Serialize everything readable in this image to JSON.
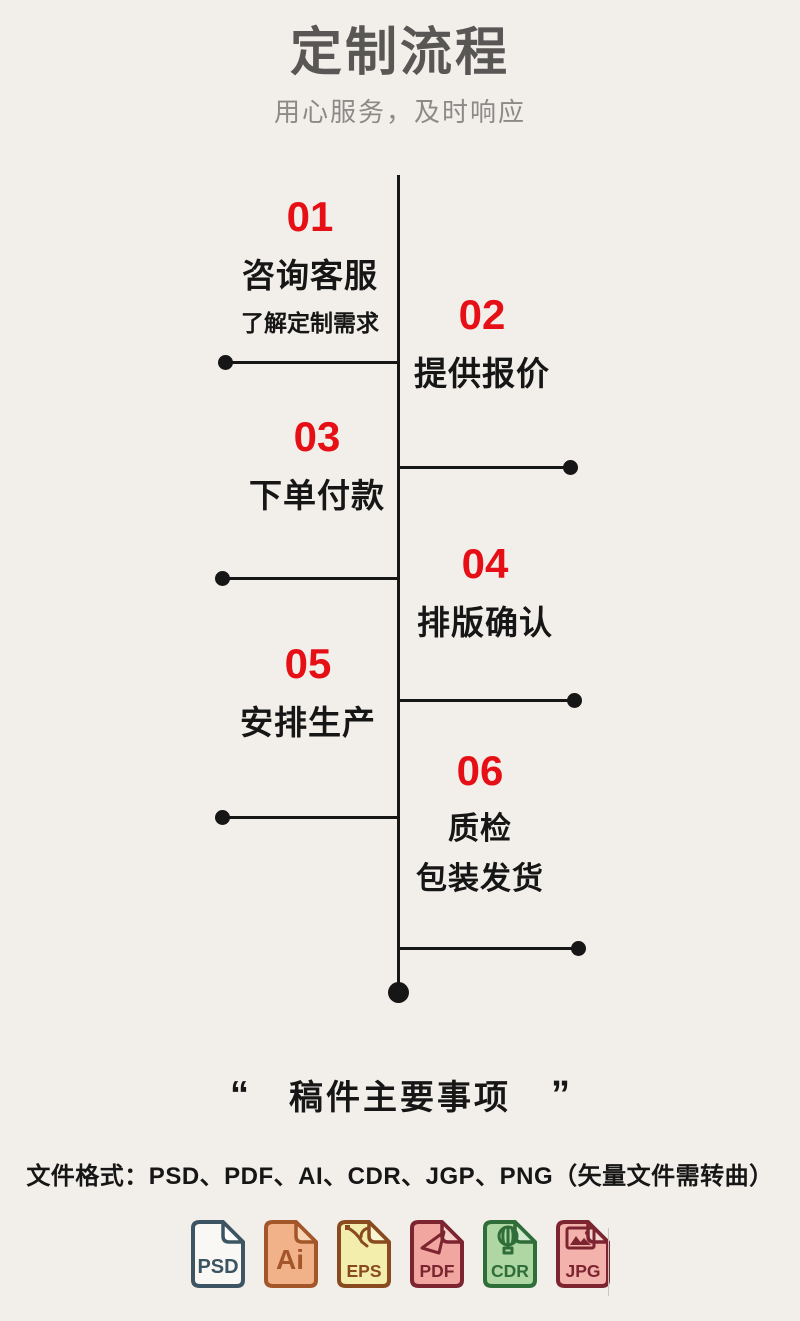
{
  "colors": {
    "background": "#f2efea",
    "accent_red": "#e60f16",
    "title_gray": "#595656",
    "subtitle_gray": "#8d8989",
    "text_black": "#161616",
    "divider_gray": "#c9c6c1"
  },
  "header": {
    "title": "定制流程",
    "subtitle": "用心服务，及时响应"
  },
  "process": {
    "steps": [
      {
        "number": "01",
        "title": "咨询客服",
        "subtitle": "了解定制需求",
        "side": "left"
      },
      {
        "number": "02",
        "title": "提供报价",
        "side": "right"
      },
      {
        "number": "03",
        "title": "下单付款",
        "side": "left"
      },
      {
        "number": "04",
        "title": "排版确认",
        "side": "right"
      },
      {
        "number": "05",
        "title": "安排生产",
        "side": "left"
      },
      {
        "number": "06",
        "title": "质检",
        "title2": "包装发货",
        "side": "right"
      }
    ]
  },
  "notes": {
    "quote_open": "“",
    "heading": "稿件主要事项",
    "quote_close": "”",
    "formats": "文件格式：PSD、PDF、AI、CDR、JGP、PNG（矢量文件需转曲）"
  },
  "file_icons": [
    {
      "label": "PSD",
      "glyph": "document",
      "fill": "#faf8f5",
      "stroke": "#3d5562",
      "fold": "#ffffff"
    },
    {
      "label": "Ai",
      "glyph": "document",
      "fill": "#f1b289",
      "stroke": "#a3562a",
      "fold": "#f7d4b3"
    },
    {
      "label": "EPS",
      "glyph": "pen-tool",
      "fill": "#f3eeab",
      "stroke": "#8a4a1f",
      "fold": "#f9f6d6"
    },
    {
      "label": "PDF",
      "glyph": "triangle",
      "fill": "#f1a79f",
      "stroke": "#7c2531",
      "fold": "#f7cfc9"
    },
    {
      "label": "CDR",
      "glyph": "balloon",
      "fill": "#aed7a3",
      "stroke": "#2f6d39",
      "fold": "#d4ead0"
    },
    {
      "label": "JPG",
      "glyph": "photo",
      "fill": "#f3b2ab",
      "stroke": "#7c2531",
      "fold": "#f8d5d0"
    }
  ]
}
